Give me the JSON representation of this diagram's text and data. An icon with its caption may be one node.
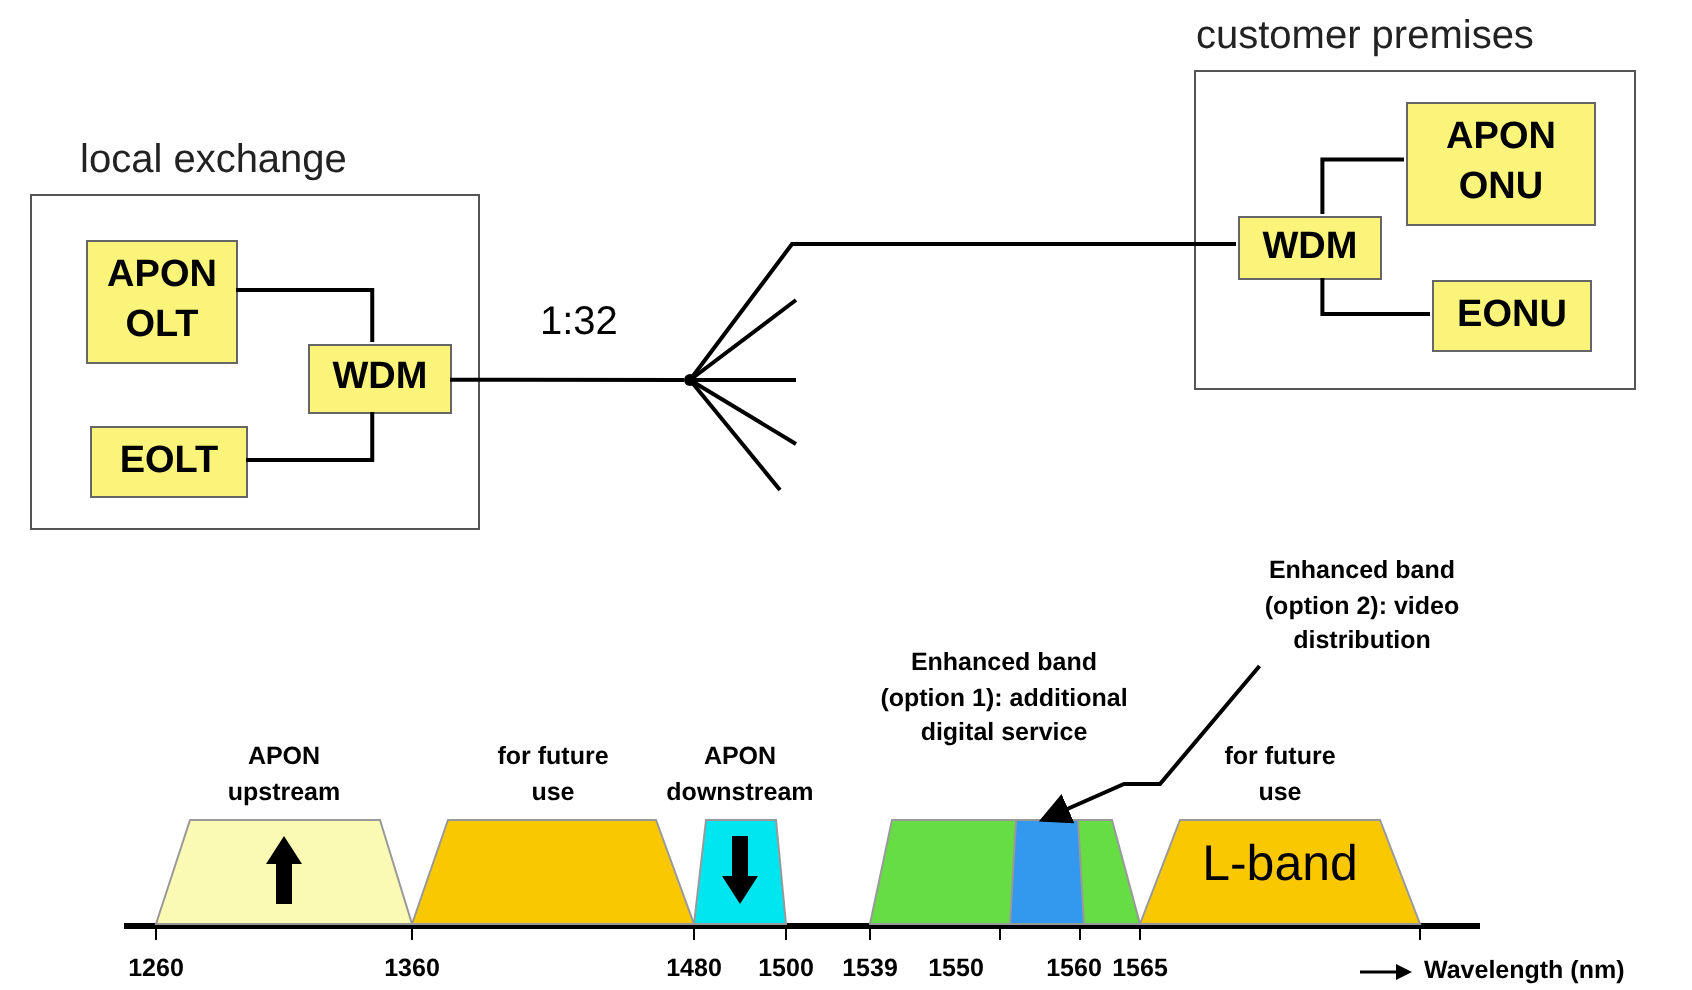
{
  "diagram": {
    "nodes": [
      {
        "text": [
          "local exchange"
        ]
      },
      {
        "text": [
          "APON OLT"
        ],
        "in": 0
      },
      {
        "text": [
          "WDM"
        ],
        "in": 0
      },
      {
        "text": [
          "EOLT"
        ],
        "in": 0
      },
      {
        "text": [],
        "shape": "point"
      },
      {
        "text": [
          "customer premises"
        ]
      },
      {
        "text": [
          "WDM"
        ],
        "in": 5
      },
      {
        "text": [
          "APON ONU"
        ],
        "in": 5
      },
      {
        "text": [
          "EONU"
        ],
        "in": 5
      },
      {
        "text": [
          "APON upstream"
        ]
      },
      {
        "text": [
          "for future use"
        ]
      },
      {
        "text": [
          "APON downstream"
        ]
      },
      {
        "text": [
          "Enhanced band (option 1): additional digital service"
        ]
      },
      {
        "text": [
          "Enhanced band (option 2): video distribution"
        ]
      },
      {
        "text": [],
        "shape": "bar",
        "in": 12
      },
      {
        "text": [
          "for future use",
          "L-band"
        ]
      }
    ],
    "edges": [
      {
        "from": 1,
        "to": 2,
        "arrow": "none"
      },
      {
        "from": 3,
        "to": 2,
        "arrow": "none"
      },
      {
        "from": 2,
        "to": 4,
        "arrow": "none",
        "label": "1:32"
      },
      {
        "from": 4,
        "to": 6,
        "arrow": "none"
      },
      {
        "from": 4,
        "to": null,
        "arrow": "none"
      },
      {
        "from": 4,
        "to": null,
        "arrow": "none"
      },
      {
        "from": 4,
        "to": null,
        "arrow": "none"
      },
      {
        "from": 4,
        "to": null,
        "arrow": "none"
      },
      {
        "from": 6,
        "to": 7,
        "arrow": "none"
      },
      {
        "from": 6,
        "to": 8,
        "arrow": "none"
      },
      {
        "from": 13,
        "to": 14,
        "arrow": "to"
      }
    ],
    "labels": [
      "1260",
      "1360",
      "1480",
      "1500",
      "1539",
      "1550",
      "1560",
      "1565",
      "Wavelength (nm)"
    ]
  }
}
